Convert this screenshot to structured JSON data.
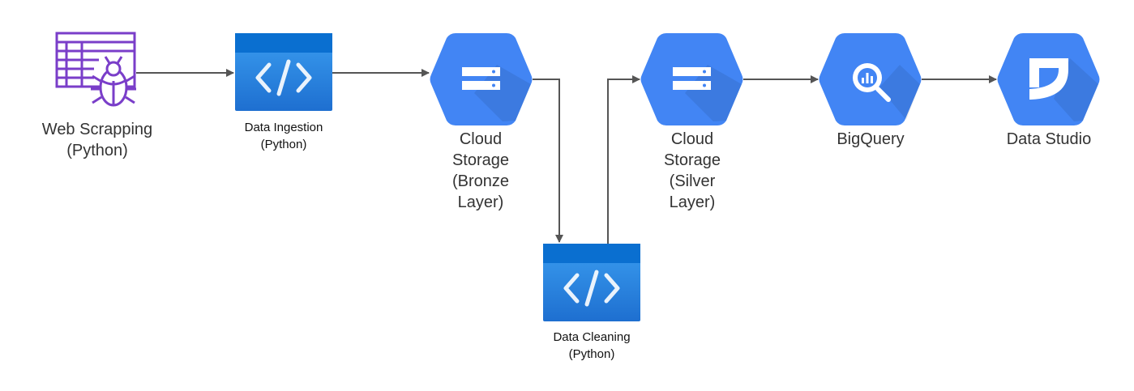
{
  "colors": {
    "purple": "#7a3ec9",
    "gcp_blue": "#4285f4",
    "azure_blue_top": "#0078d4",
    "azure_blue_bottom": "#1e88e5",
    "arrow": "#555555",
    "text": "#333333"
  },
  "nodes": {
    "web_scrapping": {
      "icon": "table-bug-icon",
      "lines": [
        "Web Scrapping",
        "(Python)"
      ]
    },
    "data_ingestion": {
      "icon": "code-icon",
      "lines": [
        "Data Ingestion",
        "(Python)"
      ]
    },
    "cloud_storage_bronze": {
      "icon": "storage-icon",
      "lines": [
        "Cloud",
        "Storage",
        "(Bronze",
        "Layer)"
      ]
    },
    "data_cleaning": {
      "icon": "code-icon",
      "lines": [
        "Data Cleaning",
        "(Python)"
      ]
    },
    "cloud_storage_silver": {
      "icon": "storage-icon",
      "lines": [
        "Cloud",
        "Storage",
        "(Silver",
        "Layer)"
      ]
    },
    "bigquery": {
      "icon": "bigquery-icon",
      "lines": [
        "BigQuery"
      ]
    },
    "data_studio": {
      "icon": "data-studio-icon",
      "lines": [
        "Data Studio"
      ]
    }
  }
}
